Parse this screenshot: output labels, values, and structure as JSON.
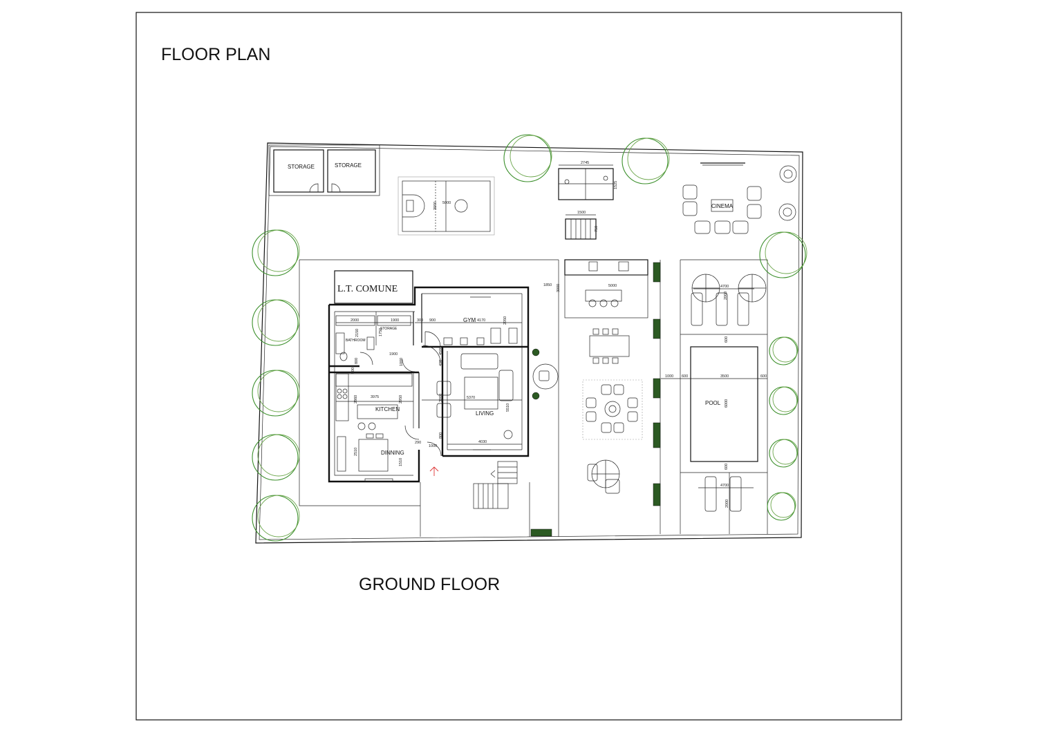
{
  "sheet": {
    "title": "FLOOR PLAN",
    "subtitle": "GROUND FLOOR"
  },
  "rooms": {
    "storage_1": "STORAGE",
    "storage_2": "STORAGE",
    "lt_comune": "L.T. COMUNE",
    "gym": "GYM",
    "small_storage": "STORAGE",
    "bathroom": "BATHROOM",
    "kitchen": "KITCHEN",
    "living": "LIVING",
    "dinning": "DINNING",
    "cinema": "CINEMA",
    "pool": "POOL"
  },
  "dimensions": {
    "court_length": "5000",
    "court_width": "3000",
    "table_tennis_length": "2745",
    "table_tennis_width": "1525",
    "foosball_length": "1500",
    "foosball_width": "750",
    "bar_offset": "1850",
    "bar_length": "5000",
    "bar_depth": "3000",
    "umbrella_span_top": "4700",
    "umbrella_depth_top": "2000",
    "pool_side_left": "1000",
    "pool_margin_left": "600",
    "pool_width": "3500",
    "pool_margin_right": "600",
    "pool_margin_top": "600",
    "pool_length": "6000",
    "pool_margin_bottom": "600",
    "lounger_span_bottom": "4700",
    "lounger_depth_bottom": "2000",
    "bath_width": "2000",
    "storage_width": "1900",
    "storage_depth": "1750",
    "bath_depth": "2150",
    "corridor_width": "1900",
    "corridor_depth": "1000",
    "door_800": "800",
    "door_900": "900",
    "kitchen_width": "3975",
    "kitchen_depth": "2860",
    "kitchen_depth_b": "2950",
    "dinning_depth": "2510",
    "dinning_depth_b": "1510",
    "entry_300": "300",
    "entry_900": "900",
    "gym_width": "4170",
    "gym_depth": "2050",
    "living_wall_a": "4500",
    "living_wall_b": "400",
    "living_width": "5370",
    "living_depth": "5510",
    "living_side": "3000",
    "living_bottom": "4030",
    "living_door": "800",
    "entry_small": "290",
    "entry_door": "1000"
  }
}
